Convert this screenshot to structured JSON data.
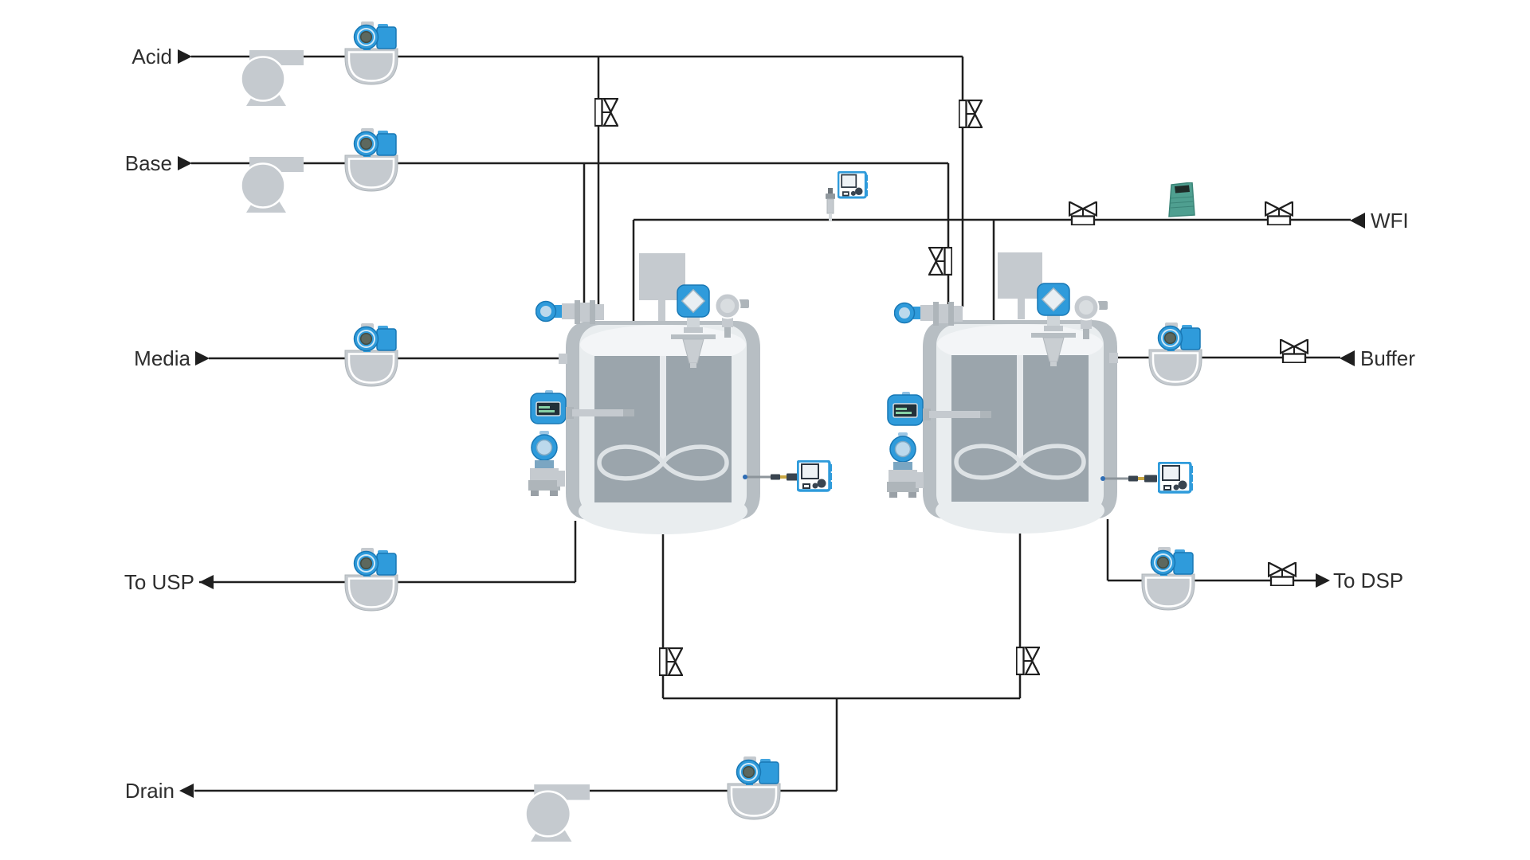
{
  "app": {
    "type": "process-flow-diagram"
  },
  "streams": {
    "acid": "Acid",
    "base": "Base",
    "media": "Media",
    "to_usp": "To USP",
    "drain": "Drain",
    "wfi": "WFI",
    "buffer": "Buffer",
    "to_dsp": "To DSP"
  },
  "icons": {
    "pump": "centrifugal-pump",
    "coriolis": "coriolis-flowmeter",
    "vessel": "stirred-bioreactor-vessel",
    "exhaust": "exhaust-filter-box",
    "radar": "radar-level-transmitter",
    "ptop": "head-pressure-transmitter",
    "noz": "dip-tube-nozzle-with-sensor",
    "temp": "temperature-transmitter",
    "pside": "side-pressure-transmitter",
    "liqbox": "liquid-analysis-transmitter",
    "cable": "sensor-cable",
    "ph": "ph-electrode",
    "picomag": "compact-magnetic-flowmeter",
    "vvalve": "control-valve-vertical",
    "hvalve": "control-valve-horizontal"
  },
  "colors": {
    "line": "#1f1f1f",
    "text": "#2e2e2e",
    "bg": "#ffffff",
    "blue": "#2f9bdb",
    "blue-edge": "#1878b5",
    "blue-light": "#bcd9ec",
    "equip": "#c5cacf",
    "equip-edge": "#aeb5ba",
    "vessel-dark": "#b7bec3",
    "vessel-light": "#e9edef",
    "vessel-dome": "#f3f5f7",
    "vessel-inner": "#9ba5ac",
    "impeller": "#dde2e5",
    "teal": "#4f9f90",
    "teal-edge": "#3b8578",
    "screen": "#273039"
  }
}
